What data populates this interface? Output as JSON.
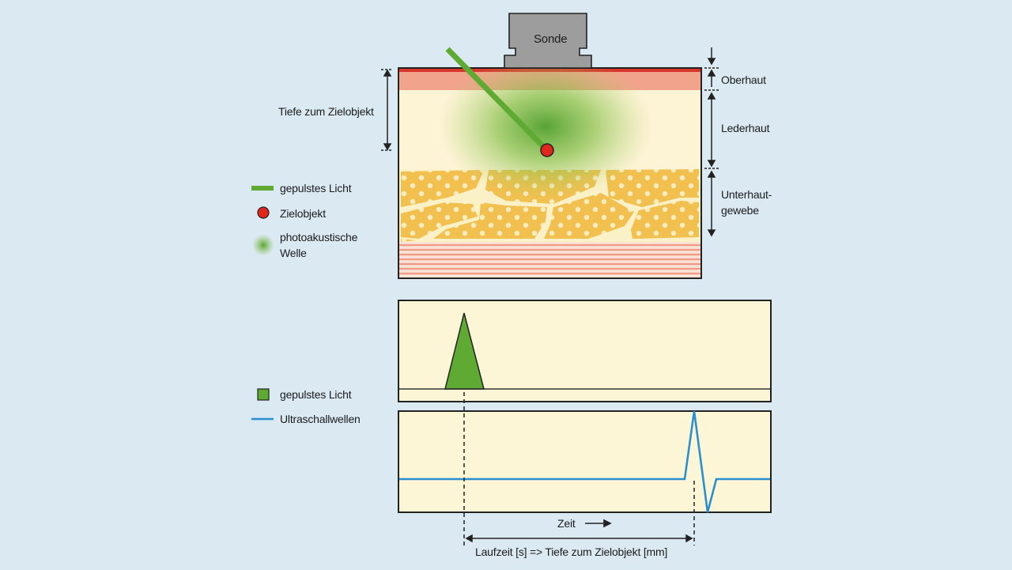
{
  "probe": {
    "label": "Sonde"
  },
  "skin_layers": {
    "epidermis": "Oberhaut",
    "dermis": "Lederhaut",
    "subcutis_line1": "Unterhaut-",
    "subcutis_line2": "gewebe"
  },
  "depth_label": "Tiefe zum Zielobjekt",
  "legend_top": {
    "pulsed_light": "gepulstes Licht",
    "target": "Zielobjekt",
    "wave_line1": "photoakustische",
    "wave_line2": "Welle"
  },
  "legend_bottom": {
    "pulsed_light": "gepulstes Licht",
    "ultrasound": "Ultraschallwellen"
  },
  "time_axis": {
    "time_label": "Zeit",
    "runtime_label": "Laufzeit [s] => Tiefe zum Zielobjekt [mm]"
  },
  "colors": {
    "background": "#dbe9f3",
    "epidermis": "#f1a48b",
    "dermis": "#fdf3d5",
    "fat": "#f1c04f",
    "light_green": "#5faa32",
    "target_red": "#e1261c",
    "ultrasound_blue": "#2a8fcf",
    "probe_gray": "#9d9d9d",
    "panel": "#fdf6d6"
  },
  "icons": {
    "probe": "probe-icon",
    "target": "target-dot-icon",
    "wave": "wave-glow-icon",
    "light_swatch": "green-square-icon",
    "ultrasound_swatch": "blue-line-icon"
  }
}
